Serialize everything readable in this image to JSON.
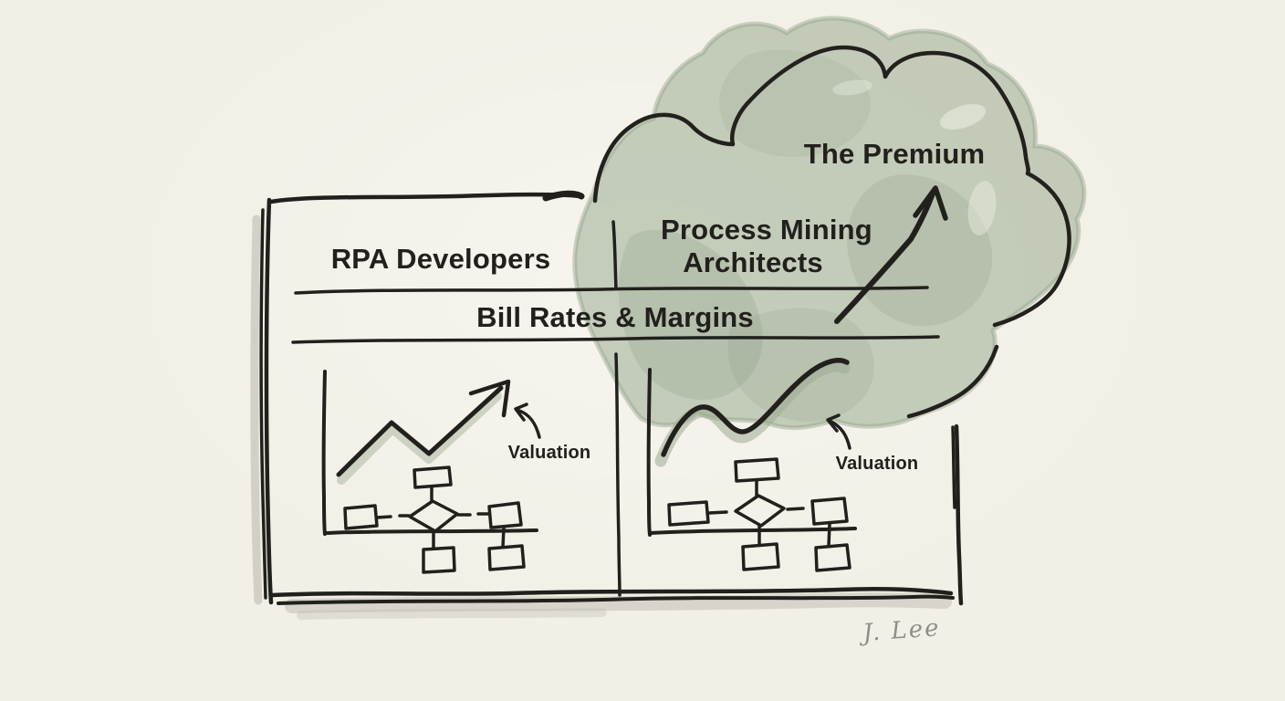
{
  "comparison_table": {
    "left_header": "RPA Developers",
    "right_header_line1": "Process Mining",
    "right_header_line2": "Architects",
    "shared_row": "Bill Rates & Margins"
  },
  "cloud_label": "The Premium",
  "left_panel": {
    "chart_annotation": "Valuation"
  },
  "right_panel": {
    "chart_annotation": "Valuation"
  },
  "signature": "J. Lee",
  "colors": {
    "paper": "#f2efe6",
    "ink": "#21201c",
    "watercolor_green": "#a5b39b",
    "watercolor_green_dark": "#7d8f76",
    "shadow_gray": "#b3b0a8"
  }
}
